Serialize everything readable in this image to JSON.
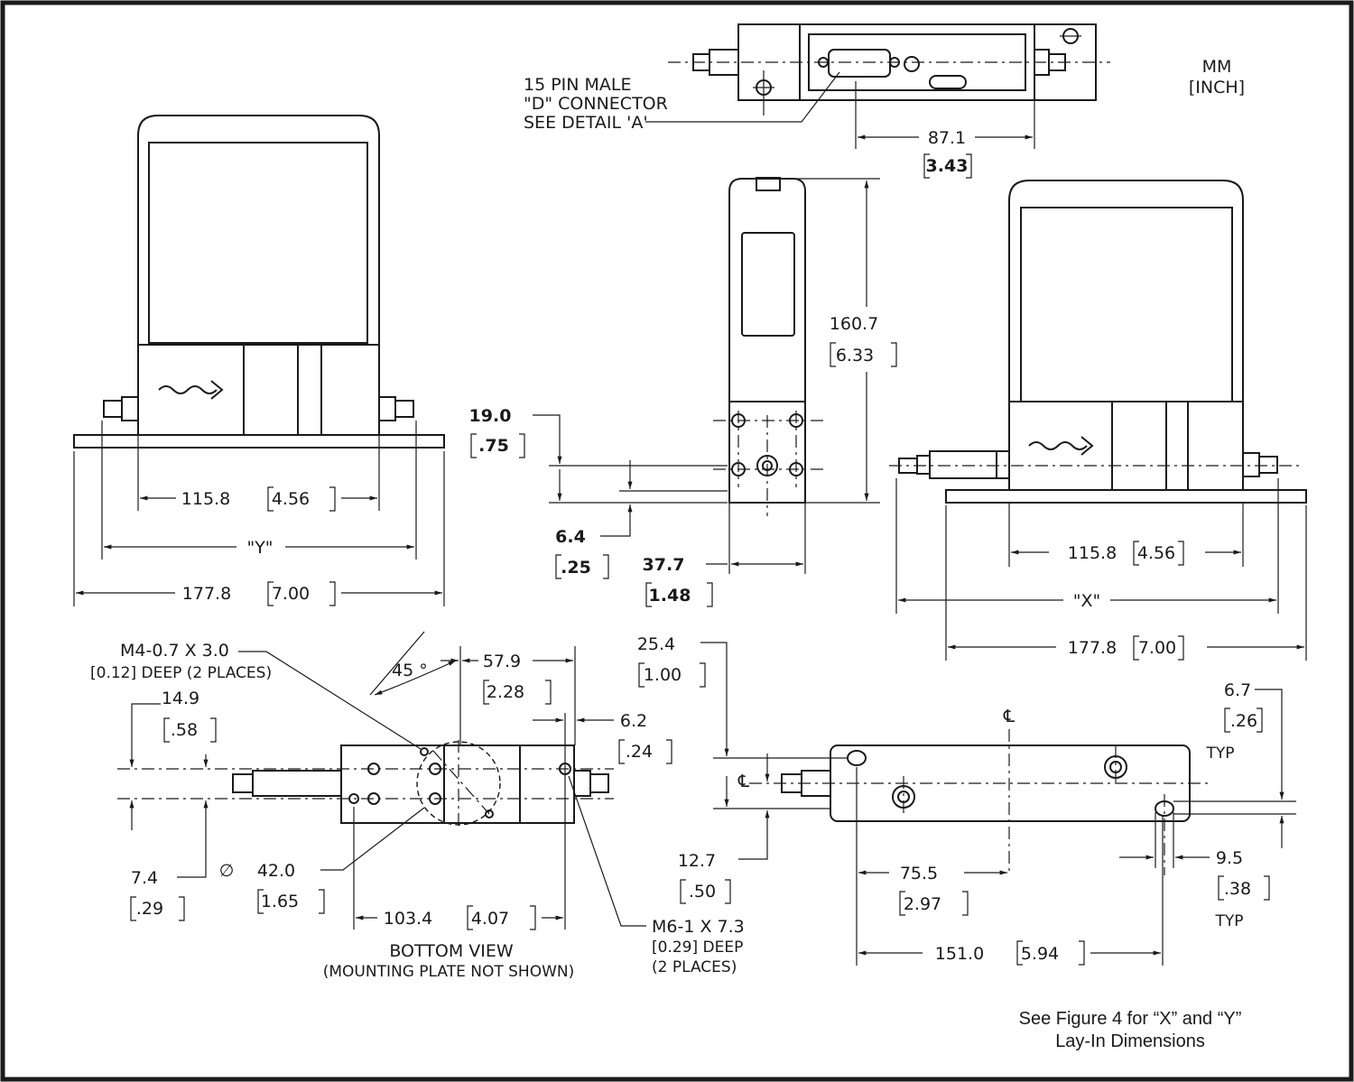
{
  "units": {
    "primary": "MM",
    "secondary": "[INCH]"
  },
  "top_view": {
    "connector_label": [
      "15 PIN MALE",
      "\"D\" CONNECTOR",
      "SEE DETAIL 'A'"
    ],
    "dim_mm": "87.1",
    "dim_in": "3.43"
  },
  "left_side_view": {
    "dim1_mm": "115.8",
    "dim1_in": "4.56",
    "dim_y": "\"Y\"",
    "dim2_mm": "177.8",
    "dim2_in": "7.00"
  },
  "end_view": {
    "height_mm": "160.7",
    "height_in": "6.33",
    "d19_mm": "19.0",
    "d19_in": ".75",
    "d64_mm": "6.4",
    "d64_in": ".25",
    "d377_mm": "37.7",
    "d377_in": "1.48"
  },
  "right_side_view": {
    "dim1_mm": "115.8",
    "dim1_in": "4.56",
    "dim_x": "\"X\"",
    "dim2_mm": "177.8",
    "dim2_in": "7.00"
  },
  "bottom_view": {
    "m4_note": [
      "M4-0.7 X 3.0",
      "[0.12] DEEP (2 PLACES)"
    ],
    "angle": "45 °",
    "d579_mm": "57.9",
    "d579_in": "2.28",
    "d149_mm": "14.9",
    "d149_in": ".58",
    "d62_mm": "6.2",
    "d62_in": ".24",
    "d74_mm": "7.4",
    "d74_in": ".29",
    "diameter_symbol": "∅",
    "d420_mm": "42.0",
    "d420_in": "1.65",
    "d1034_mm": "103.4",
    "d1034_in": "4.07",
    "m6_note": [
      "M6-1 X 7.3",
      "[0.29] DEEP",
      "(2 PLACES)"
    ],
    "caption": [
      "BOTTOM VIEW",
      "(MOUNTING PLATE NOT SHOWN)"
    ]
  },
  "plate_view": {
    "d254_mm": "25.4",
    "d254_in": "1.00",
    "centerline": "℄",
    "d127_mm": "12.7",
    "d127_in": ".50",
    "d755_mm": "75.5",
    "d755_in": "2.97",
    "d1510_mm": "151.0",
    "d1510_in": "5.94",
    "d67_mm": "6.7",
    "d67_in": ".26",
    "typ1": "TYP",
    "d95_mm": "9.5",
    "d95_in": ".38",
    "typ2": "TYP"
  },
  "footer_note": [
    "See Figure 4 for “X” and “Y”",
    "Lay-In Dimensions"
  ]
}
